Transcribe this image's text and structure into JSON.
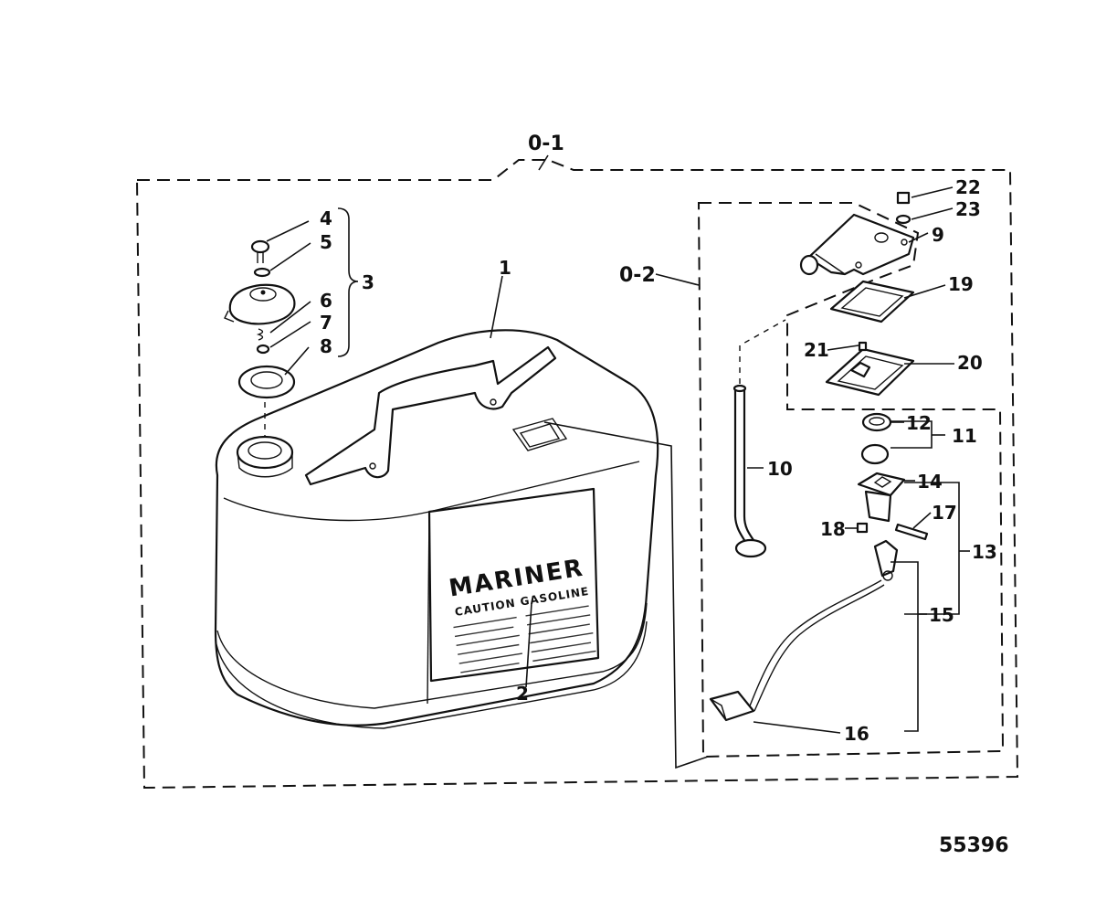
{
  "assembly_labels": {
    "main": "0-1",
    "sub": "0-2"
  },
  "callouts": {
    "p1": "1",
    "p2": "2",
    "p3": "3",
    "p4": "4",
    "p5": "5",
    "p6": "6",
    "p7": "7",
    "p8": "8",
    "p9": "9",
    "p10": "10",
    "p11": "11",
    "p12": "12",
    "p13": "13",
    "p14": "14",
    "p15": "15",
    "p16": "16",
    "p17": "17",
    "p18": "18",
    "p19": "19",
    "p20": "20",
    "p21": "21",
    "p22": "22",
    "p23": "23"
  },
  "decal": {
    "brand": "MARINER",
    "caution": "CAUTION GASOLINE"
  },
  "figure_number": "55396"
}
